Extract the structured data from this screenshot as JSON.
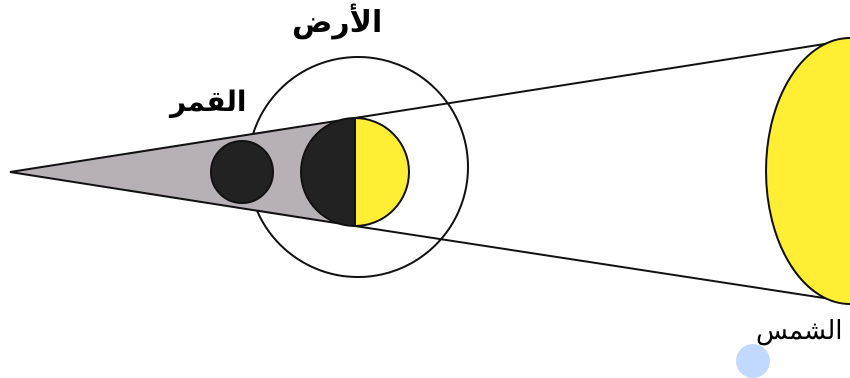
{
  "labels": {
    "earth": "الأرض",
    "moon": "القمر",
    "sun": "الشمس"
  },
  "colors": {
    "sun": "#ffee33",
    "shadow": "#b7b0b6",
    "dark": "#222222",
    "line": "#111111"
  }
}
